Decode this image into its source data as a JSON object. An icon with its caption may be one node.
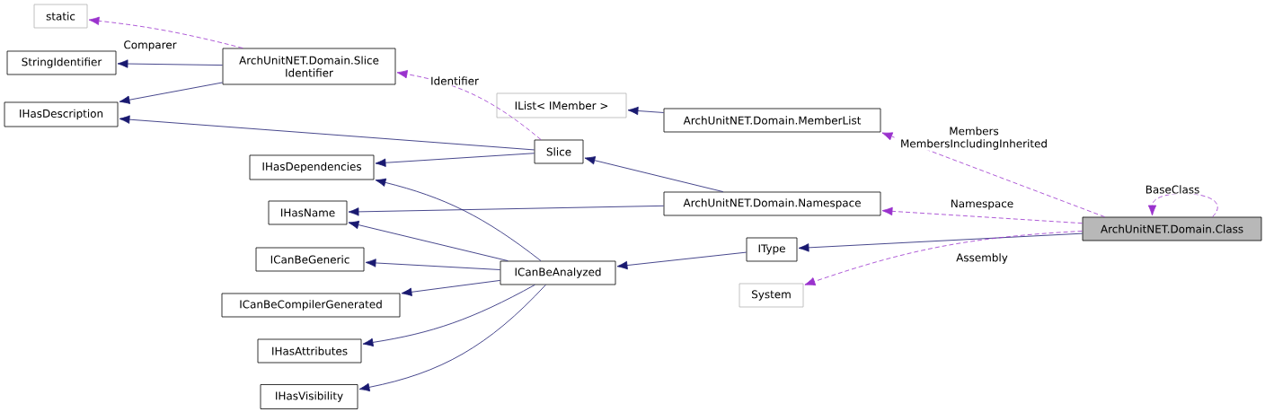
{
  "diagram": {
    "nodes": [
      {
        "text": [
          "static"
        ]
      },
      {
        "text": [
          "StringIdentifier"
        ]
      },
      {
        "text": [
          "ArchUnitNET.Domain.Slice Identifier"
        ]
      },
      {
        "text": [
          "IHasDescription"
        ]
      },
      {
        "text": [
          "IList< IMember >"
        ]
      },
      {
        "text": [
          "ArchUnitNET.Domain.MemberList"
        ]
      },
      {
        "text": [
          "Slice"
        ]
      },
      {
        "text": [
          "IHasDependencies"
        ]
      },
      {
        "text": [
          "ArchUnitNET.Domain.Namespace"
        ]
      },
      {
        "text": [
          "IHasName"
        ]
      },
      {
        "text": [
          "ArchUnitNET.Domain.Class"
        ]
      },
      {
        "text": [
          "IType"
        ]
      },
      {
        "text": [
          "ICanBeGeneric"
        ]
      },
      {
        "text": [
          "ICanBeAnalyzed"
        ]
      },
      {
        "text": [
          "ICanBeCompilerGenerated"
        ]
      },
      {
        "text": [
          "System"
        ]
      },
      {
        "text": [
          "IHasAttributes"
        ]
      },
      {
        "text": [
          "IHasVisibility"
        ]
      }
    ],
    "edges": [
      {
        "from": 2,
        "to": 0,
        "arrow": "to",
        "label": "Comparer",
        "style": "dashed",
        "color": "#9a32cd"
      },
      {
        "from": 2,
        "to": 1,
        "arrow": "to"
      },
      {
        "from": 2,
        "to": 3,
        "arrow": "to"
      },
      {
        "from": 6,
        "to": 3,
        "arrow": "to"
      },
      {
        "from": 6,
        "to": 2,
        "arrow": "to",
        "label": "Identifier",
        "style": "dashed",
        "color": "#9a32cd"
      },
      {
        "from": 5,
        "to": 4,
        "arrow": "to"
      },
      {
        "from": 6,
        "to": 7,
        "arrow": "to"
      },
      {
        "from": 8,
        "to": 6,
        "arrow": "to"
      },
      {
        "from": 10,
        "to": 5,
        "arrow": "to",
        "label": "Members MembersIncludingInherited",
        "style": "dashed",
        "color": "#9a32cd"
      },
      {
        "from": 8,
        "to": 9,
        "arrow": "to"
      },
      {
        "from": 10,
        "to": 10,
        "arrow": "to",
        "label": "BaseClass",
        "style": "dashed",
        "color": "#9a32cd"
      },
      {
        "from": 10,
        "to": 8,
        "arrow": "to",
        "label": "Namespace",
        "style": "dashed",
        "color": "#9a32cd"
      },
      {
        "from": 13,
        "to": 7,
        "arrow": "to"
      },
      {
        "from": 13,
        "to": 9,
        "arrow": "to"
      },
      {
        "from": 13,
        "to": 12,
        "arrow": "to"
      },
      {
        "from": 13,
        "to": 14,
        "arrow": "to"
      },
      {
        "from": 13,
        "to": 16,
        "arrow": "to"
      },
      {
        "from": 13,
        "to": 17,
        "arrow": "to"
      },
      {
        "from": 11,
        "to": 13,
        "arrow": "to"
      },
      {
        "from": 10,
        "to": 11,
        "arrow": "to"
      },
      {
        "from": 10,
        "to": 15,
        "arrow": "to",
        "label": "Assembly",
        "style": "dashed",
        "color": "#9a32cd"
      }
    ]
  }
}
